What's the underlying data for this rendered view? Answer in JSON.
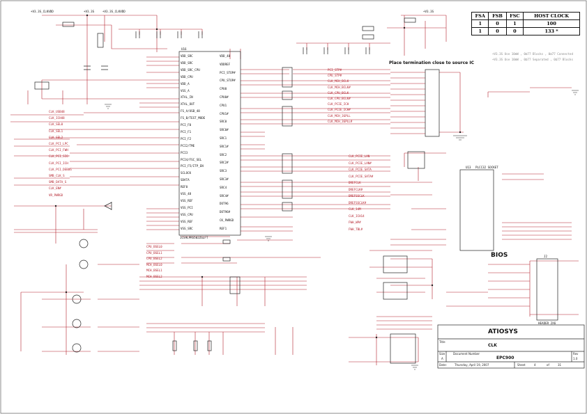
{
  "nets_top": [
    "+V3.3S_CLKVDD",
    "+V3.3S",
    "+V3.3S_CLKVDD",
    "+V3.3S"
  ],
  "notes": {
    "termination": "Place termination close to source IC",
    "bios": "BIOS",
    "lf_note_1": "+V3.3S Use 10mW , 0Ω77 Blocks , 0Ω77 Connected",
    "lf_note_2": "+V3.3S Use 10mW , 0Ω77 Separated , 0Ω77 Blocks"
  },
  "freq_table": {
    "headers": [
      "FSA",
      "FSB",
      "FSC",
      "HOST CLOCK"
    ],
    "rows": [
      [
        "1",
        "0",
        "1",
        "100"
      ],
      [
        "1",
        "0",
        "0",
        "133 *"
      ]
    ]
  },
  "main_ic": {
    "ref": "U16",
    "part": "ICS9LPRS502ZGLFT",
    "left_pins": [
      "VDD_SRC",
      "VDD_SRC",
      "VDD_SRC_CPU",
      "VDD_CPU",
      "VDD_A",
      "VSS_A",
      "XTAL_IN",
      "XTAL_OUT",
      "FS_A/USB_48",
      "FS_B/TEST_MODE",
      "PCI_F0",
      "PCI_F1",
      "PCI_F2",
      "PCI2/TME",
      "PCI3",
      "PCI4/FSC_SEL",
      "PCI_F5/ITP_EN",
      "SCLOCK",
      "SDATA",
      "REF0",
      "VSS_48",
      "VSS_REF",
      "VSS_PCI",
      "VSS_CPU",
      "VSS_REF",
      "VSS_SRC"
    ],
    "right_pins": [
      "VDD_48",
      "VDDREF",
      "PCI_STOP#",
      "CPU_STOP#",
      "CPU0",
      "CPU0#",
      "CPU1",
      "CPU1#",
      "SRC0",
      "SRC0#",
      "SRC1",
      "SRC1#",
      "SRC2",
      "SRC2#",
      "SRC3",
      "SRC3#",
      "SRC4",
      "SRC4#",
      "DOT96",
      "DOT96#",
      "CK_PWRGD",
      "REF1"
    ]
  },
  "signals_right": [
    "PCI_STP#",
    "CPU_STP#",
    "CLK_MCH_BCLK",
    "CLK_MCH_BCLK#",
    "CLK_CPU_BCLK",
    "CLK_CPU_BCLK#",
    "CLK_PCIE_ICH",
    "CLK_PCIE_ICH#",
    "CLK_MCH_3GPLL",
    "CLK_MCH_3GPLL#",
    "CLK_PCIE_LAN",
    "CLK_PCIE_LAN#",
    "CLK_PCIE_SATA",
    "CLK_PCIE_SATA#",
    "DREFCLK",
    "DREFCLK#",
    "DREFSSCLK",
    "DREFSSCLK#",
    "CLK_14M",
    "CLK_ICH14",
    "FWH_WP#",
    "FWH_TBL#"
  ],
  "signals_left": [
    "CLK_USB48",
    "CLK_ICH48",
    "CLK_SEL0",
    "CLK_SEL1",
    "CLK_SEL2",
    "CLK_PCI_LPC",
    "CLK_PCI_FWH",
    "CLK_PCI_SIO",
    "CLK_PCI_ICH",
    "CLK_PCI_DEBUG",
    "SMB_CLK_S",
    "SMB_DATA_S",
    "CLK_EN#",
    "VR_PWRGD",
    "CPU_BSEL0",
    "CPU_BSEL1",
    "CPU_BSEL2",
    "MCH_BSEL0",
    "MCH_BSEL1",
    "MCH_BSEL2"
  ],
  "bios_ic": {
    "ref": "U13",
    "part": "PLCC32 SOCKET"
  },
  "connector": {
    "ref": "J2",
    "part": "HEADER 2X6"
  },
  "title_block": {
    "company": "ATIOSYS",
    "title_label": "Title",
    "title": "CLK",
    "size_label": "Size",
    "size": "A",
    "doc_label": "Document Number",
    "doc": "EPC900",
    "rev_label": "Rev",
    "rev": "1.0",
    "date_label": "Date:",
    "date": "Thursday, April 19, 2007",
    "sheet_label": "Sheet",
    "sheet": "4",
    "of_label": "of",
    "of": "31"
  },
  "colors": {
    "wire": "#b4202c",
    "ink": "#222222",
    "paper": "#ffffff"
  }
}
